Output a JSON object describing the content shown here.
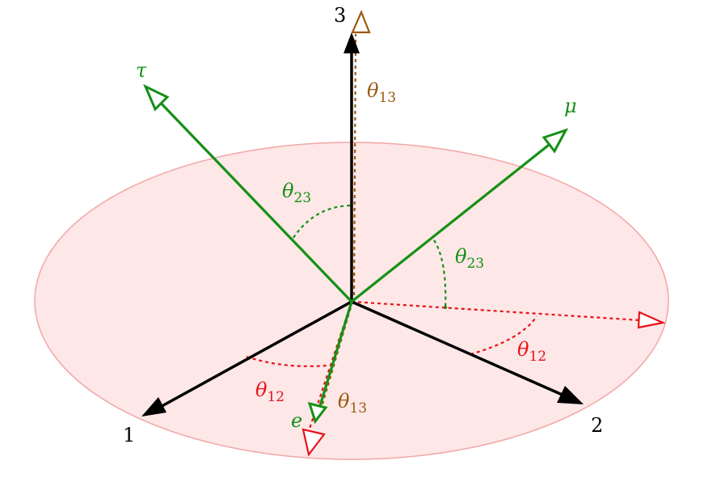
{
  "axes": {
    "axis_1": "1",
    "axis_2": "2",
    "axis_3": "3"
  },
  "flavors": {
    "e": "e",
    "mu": "μ",
    "tau": "τ"
  },
  "angles": {
    "theta12_a": {
      "symbol": "θ",
      "sub": "12"
    },
    "theta12_b": {
      "symbol": "θ",
      "sub": "12"
    },
    "theta13_a": {
      "symbol": "θ",
      "sub": "13"
    },
    "theta13_b": {
      "symbol": "θ",
      "sub": "13"
    },
    "theta23_a": {
      "symbol": "θ",
      "sub": "23"
    },
    "theta23_b": {
      "symbol": "θ",
      "sub": "23"
    }
  },
  "colors": {
    "axis": "#000000",
    "flavor": "#159015",
    "theta12": "#e8121a",
    "theta13": "#9b5a12",
    "theta23": "#159015",
    "plane_fill": "#fde7e7",
    "plane_stroke": "#f3a6a6"
  }
}
